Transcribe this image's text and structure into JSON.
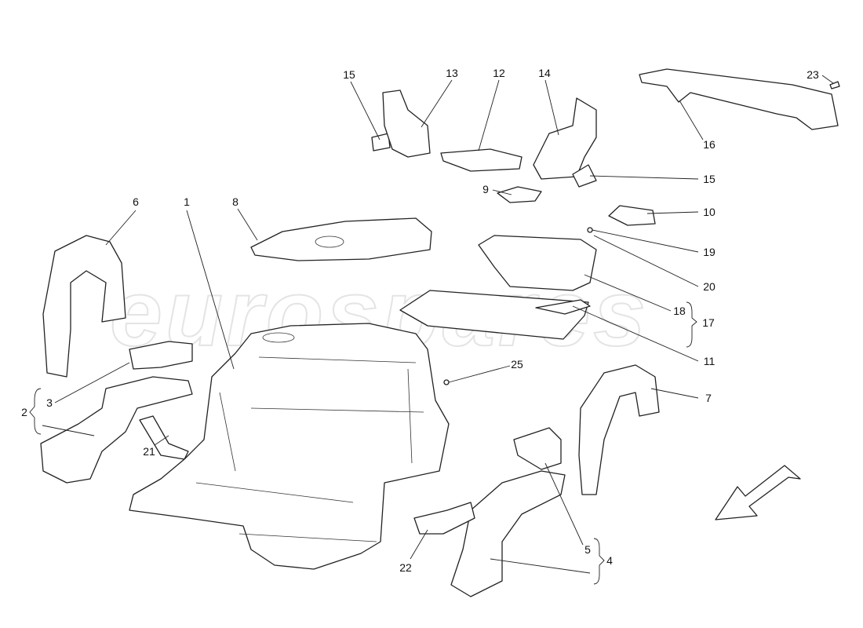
{
  "watermark": "eurospares",
  "labels": [
    {
      "id": "15a",
      "text": "15"
    },
    {
      "id": "13",
      "text": "13"
    },
    {
      "id": "12",
      "text": "12"
    },
    {
      "id": "14",
      "text": "14"
    },
    {
      "id": "23",
      "text": "23"
    },
    {
      "id": "16",
      "text": "16"
    },
    {
      "id": "15b",
      "text": "15"
    },
    {
      "id": "9",
      "text": "9"
    },
    {
      "id": "10",
      "text": "10"
    },
    {
      "id": "6",
      "text": "6"
    },
    {
      "id": "1",
      "text": "1"
    },
    {
      "id": "8",
      "text": "8"
    },
    {
      "id": "19",
      "text": "19"
    },
    {
      "id": "20",
      "text": "20"
    },
    {
      "id": "18",
      "text": "18"
    },
    {
      "id": "17",
      "text": "17"
    },
    {
      "id": "11",
      "text": "11"
    },
    {
      "id": "25",
      "text": "25"
    },
    {
      "id": "7",
      "text": "7"
    },
    {
      "id": "3",
      "text": "3"
    },
    {
      "id": "2",
      "text": "2"
    },
    {
      "id": "21",
      "text": "21"
    },
    {
      "id": "5",
      "text": "5"
    },
    {
      "id": "4",
      "text": "4"
    },
    {
      "id": "22",
      "text": "22"
    }
  ]
}
